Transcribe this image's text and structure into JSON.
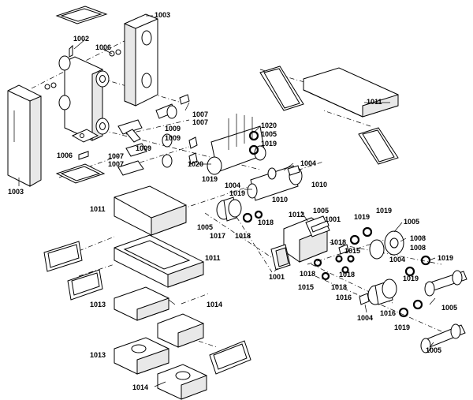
{
  "labels": {
    "l1003a": "1003",
    "l1002": "1002",
    "l1006a": "1006",
    "l1011a": "1011",
    "l1007a": "1007",
    "l1007b": "1007",
    "l1009a": "1009",
    "l1020a": "1020",
    "l1005a": "1005",
    "l1019a": "1019",
    "l1009b": "1009",
    "l1009c": "1009",
    "l1006b": "1006",
    "l1007c": "1007",
    "l1007d": "1007",
    "l1020b": "1020",
    "l1004a": "1004",
    "l1003b": "1003",
    "l1019b": "1019",
    "l1004b": "1004",
    "l1010a": "1010",
    "l1019c": "1019",
    "l1010b": "1010",
    "l1011b": "1011",
    "l1012": "1012",
    "l1005b": "1005",
    "l1001a": "1001",
    "l1019d": "1019",
    "l1019e": "1019",
    "l1005c": "1005",
    "l1005d": "1005",
    "l1017": "1017",
    "l1018a": "1018",
    "l1018b": "1018",
    "l1018c": "1018",
    "l1008a": "1008",
    "l1015a": "1015",
    "l1008b": "1008",
    "l1011c": "1011",
    "l1004c": "1004",
    "l1019f": "1019",
    "l1001b": "1001",
    "l1018d": "1018",
    "l1018e": "1018",
    "l1019g": "1019",
    "l1015b": "1015",
    "l1018f": "1018",
    "l1013a": "1013",
    "l1014a": "1014",
    "l1016a": "1016",
    "l1016b": "1016",
    "l1004d": "1004",
    "l1019h": "1019",
    "l1005e": "1005",
    "l1005f": "1005",
    "l1013b": "1013",
    "l1014b": "1014"
  }
}
